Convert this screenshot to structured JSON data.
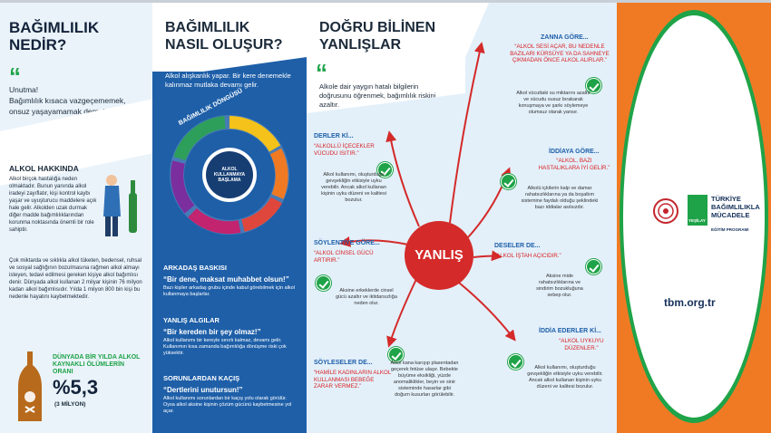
{
  "panel1": {
    "title_line1": "BAĞIMLILIK",
    "title_line2": "NEDİR?",
    "intro_line1": "Unutma!",
    "intro_line2": "Bağımlılık kısaca vazgeçememek, onsuz yaşayamamak demektir.",
    "alcohol_title": "ALKOL HAKKINDA",
    "alcohol_body": "Alkol birçok hastalığa neden olmaktadır. Bunun yanında alkol iradeyi zayıflatır, kişi kontrol kaybı yaşar ve uyuşturucu maddelere açık hale gelir. Alkolden uzak durmak diğer madde bağımlılıklarından korunma noktasında önemli bir role sahiptir.",
    "alcohol_body2": "Çok miktarda ve sıklıkla alkol tüketen, bedensel, ruhsal ve sosyal sağlığının bozulmasına rağmen alkol almayı isteyen, tedavi edilmesi gereken kişiye alkol bağımlısı denir. Dünyada alkol kullanan 2 milyar kişinin 76 milyon kadarı alkol bağımlısıdır. Yılda 1 milyon 800 bin kişi bu nedenle hayatını kaybetmektedir.",
    "stat_title": "DÜNYADA BİR YILDA ALKOL KAYNAKLI ÖLÜMLERİN ORANI",
    "stat_value": "%5,3",
    "stat_sub": "(3 MİLYON)"
  },
  "panel2": {
    "title_line1": "BAĞIMLILIK",
    "title_line2": "NASIL OLUŞUR?",
    "intro": "Alkol alışkanlık yapar. Bir kere denemekle kalınmaz mutlaka devamı gelir.",
    "cycle_title": "BAĞIMLILIK DÖNGÜSÜ",
    "cycle_center": "ALKOL KULLANMAYA BAŞLAMA",
    "sections": [
      {
        "title": "ARKADAŞ BASKISI",
        "quote": "“Bir dene, maksat muhabbet olsun!”",
        "desc": "Bazı kişiler arkadaş grubu içinde kabul görebilmek için alkol kullanmaya başlarlar."
      },
      {
        "title": "YANLIŞ ALGILAR",
        "quote": "“Bir kereden bir şey olmaz!”",
        "desc": "Alkol kullanımı bir kereyle sınırlı kalmaz, devamı gelir. Kullanımın kısa zamanda bağımlılığa dönüşme riski çok yüksektir."
      },
      {
        "title": "SORUNLARDAN KAÇIŞ",
        "quote": "“Dertlerini unutursun!”",
        "desc": "Alkol kullanımı sorunlardan bir kaçış yolu olarak görülür. Oysa alkol aksine kişinin çözüm gücünü kaybetmesine yol açar."
      }
    ]
  },
  "panel3": {
    "title_line1": "DOĞRU BİLİNEN",
    "title_line2": "YANLIŞLAR",
    "intro": "Alkole dair yaygın hatalı bilgilerin doğrusunu öğrenmek, bağımlılık riskini azaltır.",
    "center": "YANLIŞ"
  },
  "myths": [
    {
      "title": "DERLER Kİ...",
      "quote": "“ALKOLLÜ İÇECEKLER VÜCUDU ISITIR.”",
      "truth": "Alkol kullanımı, oluşturduğu gevşekliğin etkisiyle uyku verebilir. Ancak alkol kullanan kişinin uyku düzeni ve kalitesi bozulur."
    },
    {
      "title": "SÖYLENTİYE GÖRE...",
      "quote": "“ALKOL CİNSEL GÜCÜ ARTIRIR.”",
      "truth": "Aksine erkeklerde cinsel gücü azaltır ve iktidarsızlığa neden olur."
    },
    {
      "title": "SÖYLESELER DE...",
      "quote": "“HAMİLE KADINLARIN ALKOL KULLANMASI BEBEĞE ZARAR VERMEZ.”",
      "truth": "Alkol kana karışıp plasentadan geçerek fetüse ulaşır. Bebekte büyüme eksikliği, yüzde anomaliklikler, beyin ve sinir sisteminde hasarlar gibi doğum kusurları görülebilir."
    },
    {
      "title": "ZANNA GÖRE...",
      "quote": "“ALKOL SESİ AÇAR, BU NEDENLE BAZILARI KÜRSÜYE YA DA SAHNEYE ÇIKMADAN ÖNCE ALKOL ALIRLAR.”",
      "truth": "Alkol vücuttaki su miktarını azaltır ve vücudu susuz bırakarak konuşmaya ve şarkı söylemeye olumsuz olarak yansır."
    },
    {
      "title": "İDDİAYA GÖRE...",
      "quote": "“ALKOL, BAZI HASTALIKLARA İYİ GELİR.”",
      "truth": "Alkolü içkilerin kalp ve damar rahatsızlıklarına ya da boşaltım sistemine faydalı olduğu şeklindeki bazı iddialar asılsızdır."
    },
    {
      "title": "DESELER DE...",
      "quote": "“ALKOL İŞTAH AÇICIDIR.”",
      "truth": "Aksine mide rahatsızlıklarına ve sindirim bozukluğuna sebep olur."
    },
    {
      "title": "İDDİA EDERLER Kİ...",
      "quote": "“ALKOL UYKUYU DÜZENLER.”",
      "truth": "Alkol kullanımı, oluşturduğu gevşekliğin etkisiyle uyku verebilir. Ancak alkol kullanan kişinin uyku düzeni ve kalitesi bozulur."
    }
  ],
  "brand": {
    "line1": "TÜRKİYE",
    "line2": "BAĞIMLILIKLA",
    "line3": "MÜCADELE",
    "line4": "EĞİTİM PROGRAMI",
    "logo_text": "YEŞİLAY",
    "url": "tbm.org.tr"
  },
  "colors": {
    "green": "#1fa348",
    "red": "#d42a2a",
    "blue": "#1e5fa8",
    "orange": "#f07a24"
  }
}
